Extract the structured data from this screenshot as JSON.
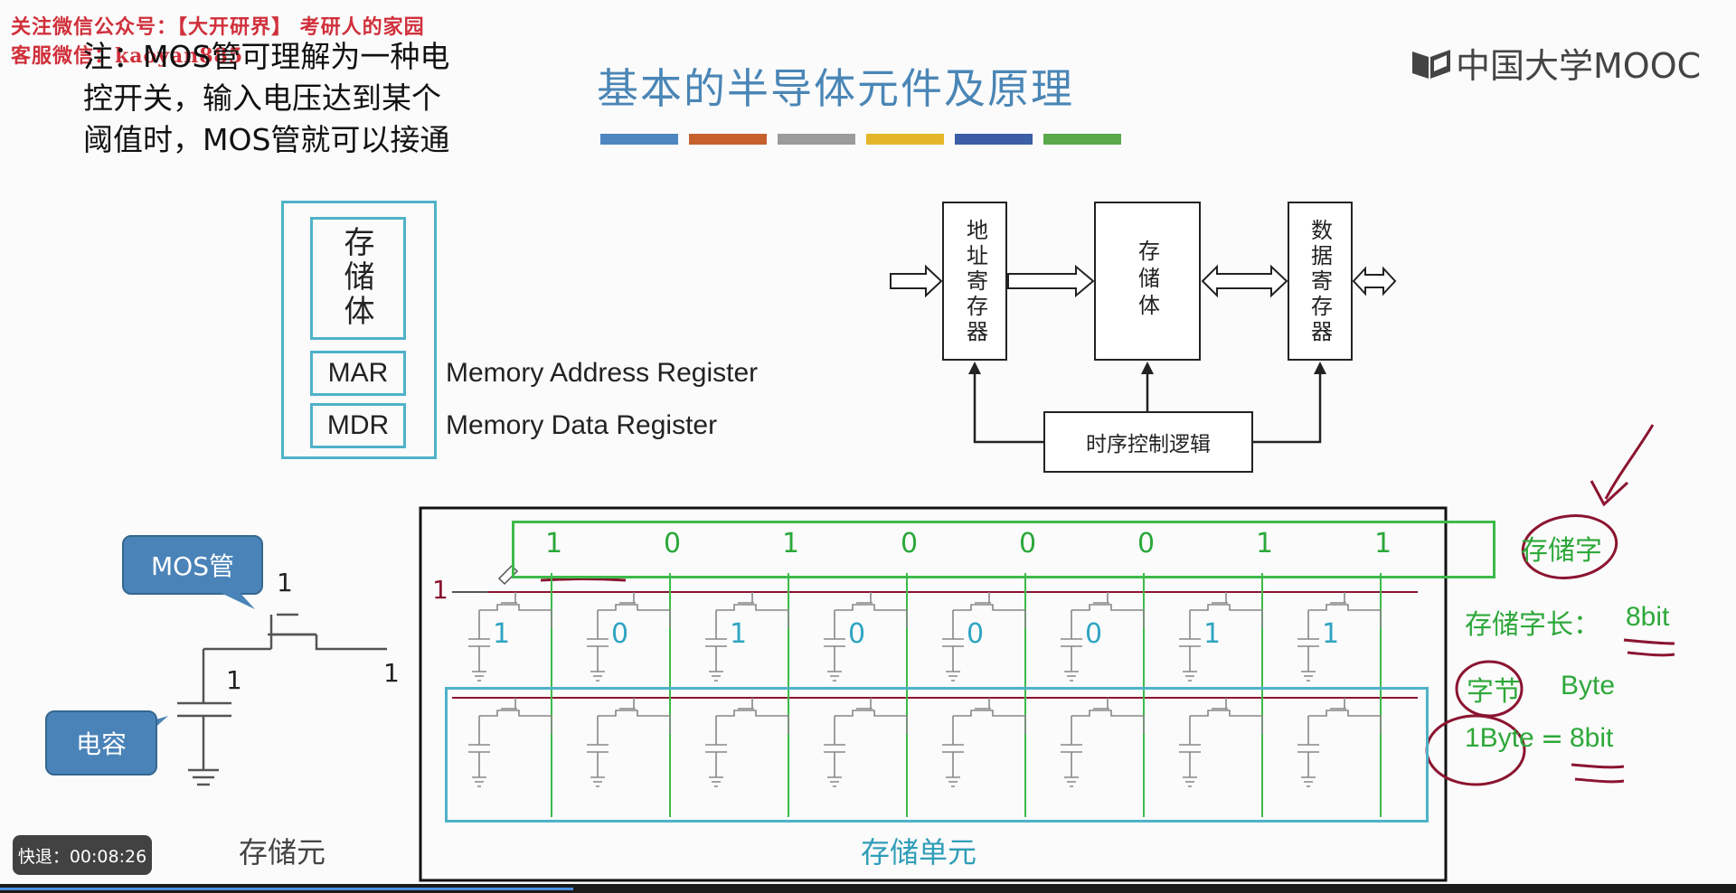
{
  "watermark": {
    "line1": "关注微信公众号：【大开研界】 考研人的家园",
    "line2": "客服微信：kaoyan885"
  },
  "note": {
    "line1": "注：MOS管可理解为一种电",
    "line2": "控开关，输入电压达到某个",
    "line3": "阈值时，MOS管就可以接通"
  },
  "title": "基本的半导体元件及原理",
  "title_bar_colors": [
    "#4e86c0",
    "#c6612e",
    "#9b9b9b",
    "#e4b72a",
    "#3b5ea6",
    "#5aa94a"
  ],
  "logo": {
    "text": "中国大学MOOC",
    "icon": "mooc-book-icon"
  },
  "memory_box": {
    "storage": "存储体",
    "mar": "MAR",
    "mdr": "MDR",
    "mar_desc": "Memory Address Register",
    "mdr_desc": "Memory Data Register"
  },
  "block_diagram": {
    "address_register": "地址寄存器",
    "storage_body": "存储体",
    "data_register": "数据寄存器",
    "timing_logic": "时序控制逻辑"
  },
  "mos": {
    "bubble_mos": "MOS管",
    "bubble_cap": "电容",
    "gate_value": "1",
    "drain_value": "1",
    "source_value": "1",
    "label": "存储元"
  },
  "storage_word": {
    "bits": [
      "1",
      "0",
      "1",
      "0",
      "0",
      "0",
      "1",
      "1"
    ],
    "row_select": "1",
    "cell_bits": [
      "1",
      "0",
      "1",
      "0",
      "0",
      "0",
      "1",
      "1"
    ],
    "unit_label": "存储单元"
  },
  "annotations": {
    "word": "存储字",
    "word_length": "存储字长：",
    "word_length_value": "8bit",
    "byte_cn": "字节",
    "byte_en": "Byte",
    "byte_eq_left": "1Byte",
    "byte_eq_sign": "=",
    "byte_eq_right": "8bit"
  },
  "player": {
    "timer": "快退：00:08:26",
    "progress": 0.33
  }
}
